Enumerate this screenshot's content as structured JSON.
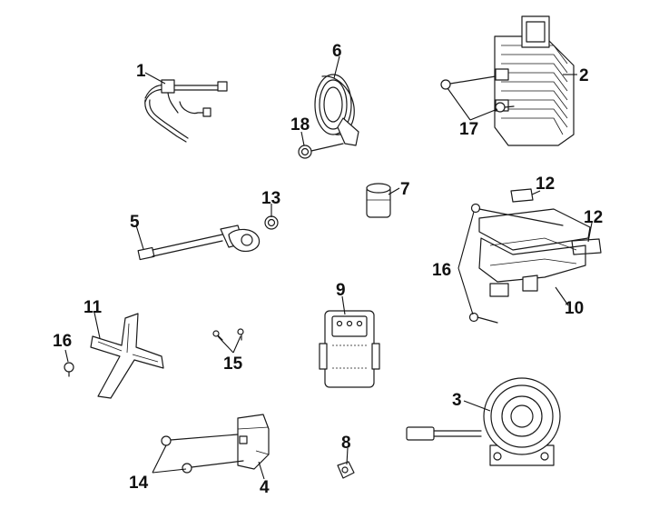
{
  "callouts": [
    {
      "id": "c1",
      "label": "1"
    },
    {
      "id": "c2",
      "label": "2"
    },
    {
      "id": "c3",
      "label": "3"
    },
    {
      "id": "c4",
      "label": "4"
    },
    {
      "id": "c5",
      "label": "5"
    },
    {
      "id": "c6",
      "label": "6"
    },
    {
      "id": "c7",
      "label": "7"
    },
    {
      "id": "c8",
      "label": "8"
    },
    {
      "id": "c9",
      "label": "9"
    },
    {
      "id": "c10",
      "label": "10"
    },
    {
      "id": "c11",
      "label": "11"
    },
    {
      "id": "c12a",
      "label": "12"
    },
    {
      "id": "c12b",
      "label": "12"
    },
    {
      "id": "c13",
      "label": "13"
    },
    {
      "id": "c14",
      "label": "14"
    },
    {
      "id": "c15",
      "label": "15"
    },
    {
      "id": "c16a",
      "label": "16"
    },
    {
      "id": "c16b",
      "label": "16"
    },
    {
      "id": "c17",
      "label": "17"
    },
    {
      "id": "c18",
      "label": "18"
    }
  ],
  "colors": {
    "line": "#1a1a1a",
    "background": "#ffffff",
    "accent": "#5ab8c8"
  }
}
